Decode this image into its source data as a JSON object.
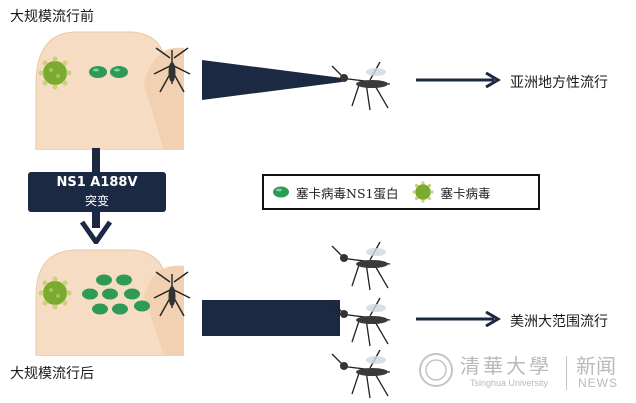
{
  "labels": {
    "before": "大规模流行前",
    "after": "大规模流行后",
    "asia": "亚洲地方性流行",
    "america": "美洲大范围流行"
  },
  "mutation": {
    "line1": "NS1 A188V",
    "line2": "突变"
  },
  "legend": {
    "ns1_protein": "塞卡病毒NS1蛋白",
    "virus": "塞卡病毒"
  },
  "watermark": {
    "school_cn": "清華大學",
    "school_en": "Tsinghua University",
    "news_cn": "新闻",
    "news_en": "NEWS"
  },
  "colors": {
    "skin": "#f6dcc2",
    "dark_navy": "#1b2a42",
    "ns1_green": "#2e9a58",
    "virus_green": "#7aaa2e"
  }
}
